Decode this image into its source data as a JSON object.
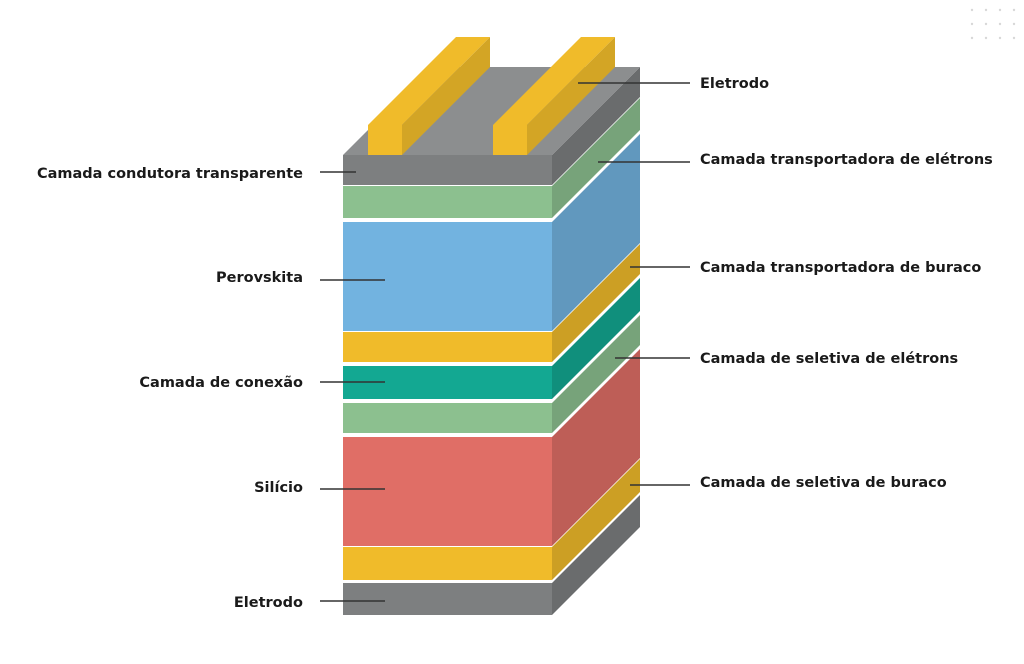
{
  "labels_left": [
    {
      "text": "Camada condutora transparente"
    },
    {
      "text": "Perovskita"
    },
    {
      "text": "Camada de conexão"
    },
    {
      "text": "Silício"
    },
    {
      "text": "Eletrodo"
    }
  ],
  "labels_right": [
    {
      "text": "Eletrodo"
    },
    {
      "text": "Camada transportadora de elétrons"
    },
    {
      "text": "Camada transportadora de buraco"
    },
    {
      "text": "Camada de seletiva de elétrons"
    },
    {
      "text": "Camada de seletiva de buraco"
    }
  ],
  "colors": {
    "gray": "#7d7f80",
    "green": "#8cc08f",
    "blue": "#72b3e0",
    "yellow": "#f0bb2a",
    "teal": "#13a892",
    "red": "#e06e66"
  }
}
